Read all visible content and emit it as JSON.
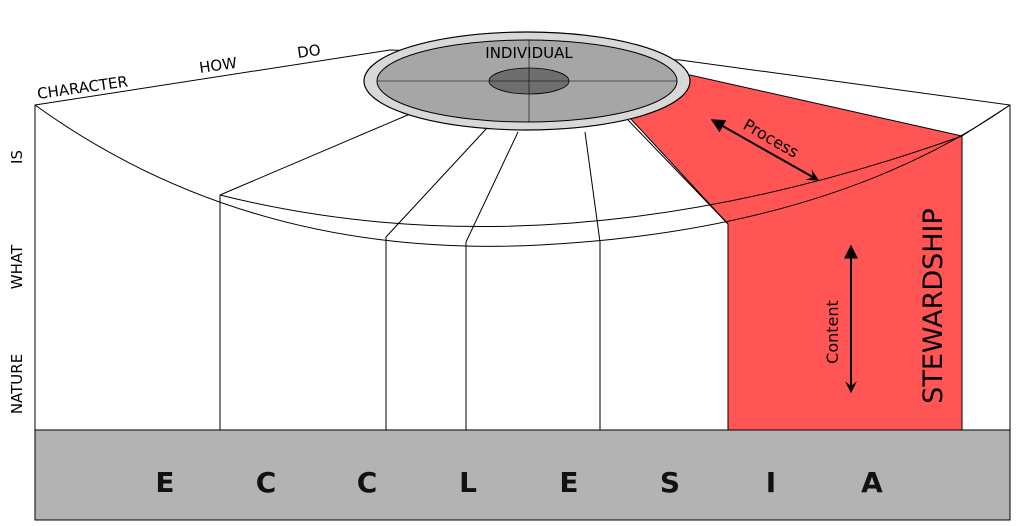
{
  "top_labels": {
    "character": "CHARACTER",
    "how": "HOW",
    "do": "DO"
  },
  "side_labels": {
    "is": "IS",
    "what": "WHAT",
    "nature": "NATURE"
  },
  "center": {
    "label": "INDIVIDUAL"
  },
  "highlight": {
    "title": "STEWARDSHIP",
    "process_label": "Process",
    "content_label": "Content",
    "color": "#ff5555"
  },
  "base": {
    "letters": [
      "E",
      "C",
      "C",
      "L",
      "E",
      "S",
      "I",
      "A"
    ],
    "color": "#b3b3b3"
  }
}
